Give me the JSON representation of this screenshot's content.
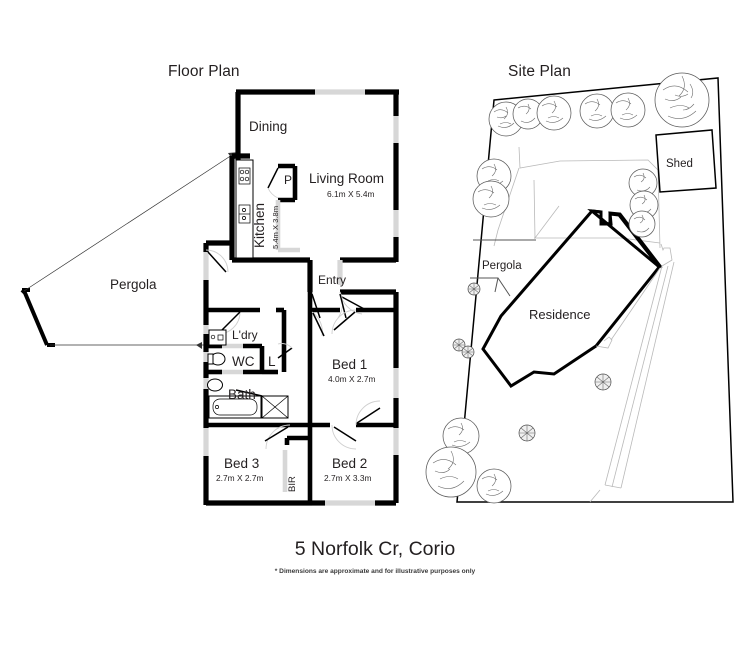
{
  "document": {
    "address_title": "5 Norfolk Cr, Corio",
    "disclaimer": "* Dimensions are approximate and for illustrative purposes only"
  },
  "floor_plan": {
    "heading": "Floor Plan",
    "rooms": [
      {
        "id": "dining",
        "name": "Dining",
        "dimensions": ""
      },
      {
        "id": "living_room",
        "name": "Living Room",
        "dimensions": "6.1m X 5.4m"
      },
      {
        "id": "kitchen",
        "name": "Kitchen",
        "dimensions": "5.4m X 3.8m"
      },
      {
        "id": "pantry",
        "name": "P",
        "dimensions": ""
      },
      {
        "id": "entry",
        "name": "Entry",
        "dimensions": ""
      },
      {
        "id": "pergola",
        "name": "Pergola",
        "dimensions": ""
      },
      {
        "id": "laundry",
        "name": "L'dry",
        "dimensions": ""
      },
      {
        "id": "wc",
        "name": "WC",
        "dimensions": ""
      },
      {
        "id": "linen",
        "name": "L",
        "dimensions": ""
      },
      {
        "id": "bath",
        "name": "Bath",
        "dimensions": ""
      },
      {
        "id": "bed1",
        "name": "Bed 1",
        "dimensions": "4.0m X 2.7m"
      },
      {
        "id": "bed2",
        "name": "Bed 2",
        "dimensions": "2.7m X 3.3m"
      },
      {
        "id": "bed3",
        "name": "Bed 3",
        "dimensions": "2.7m X 2.7m"
      },
      {
        "id": "bir",
        "name": "BIR",
        "dimensions": ""
      }
    ]
  },
  "site_plan": {
    "heading": "Site Plan",
    "features": [
      {
        "id": "shed",
        "name": "Shed"
      },
      {
        "id": "residence",
        "name": "Residence"
      },
      {
        "id": "pergola",
        "name": "Pergola"
      }
    ]
  },
  "colors": {
    "ink": "#231f20",
    "wall": "#000000",
    "window": "#d7d7d7",
    "faint_line": "#b9b9b9",
    "background": "#ffffff"
  }
}
